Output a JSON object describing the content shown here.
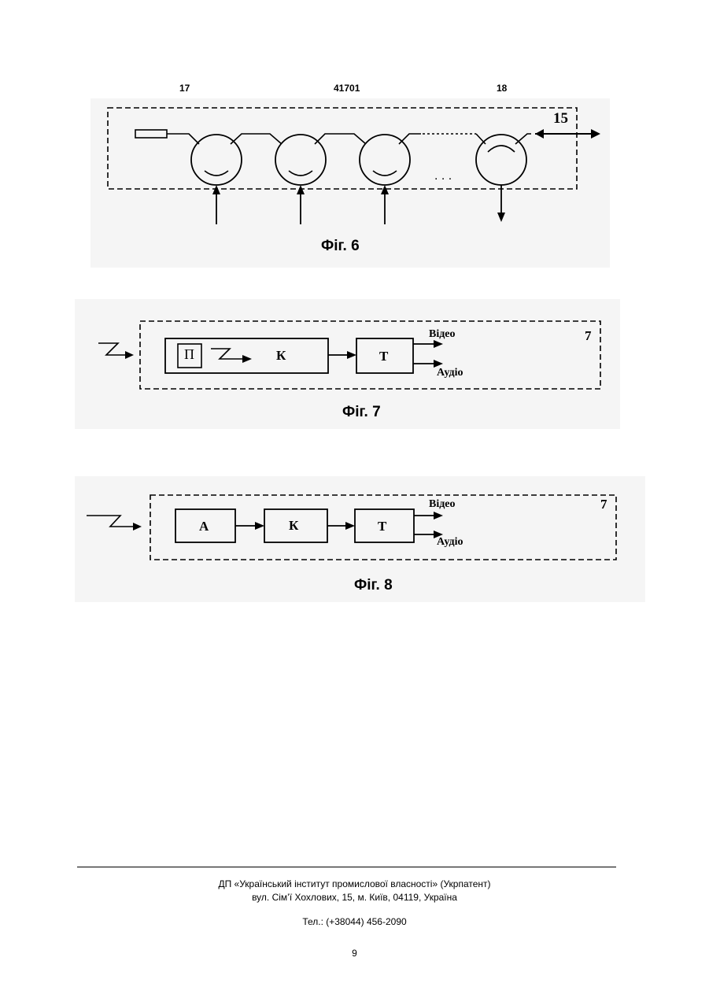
{
  "header": {
    "left_number": "17",
    "patent_number": "41701",
    "right_number": "18"
  },
  "fig6": {
    "caption": "Фіг. 6",
    "label": "15",
    "dots": ". . ."
  },
  "fig7": {
    "caption": "Фіг. 7",
    "label": "7",
    "block_p": "П",
    "block_k": "К",
    "block_t": "Т",
    "out_video": "Відео",
    "out_audio": "Аудіо"
  },
  "fig8": {
    "caption": "Фіг. 8",
    "label": "7",
    "block_a": "А",
    "block_k": "К",
    "block_t": "Т",
    "out_video": "Відео",
    "out_audio": "Аудіо"
  },
  "footer": {
    "org_line": "ДП «Український інститут промислової власності» (Укрпатент)",
    "address_line": "вул. Сім’ї Хохлових, 15, м. Київ, 04119, Україна",
    "phone_line": "Тел.: (+38044) 456-2090",
    "page_number": "9"
  }
}
